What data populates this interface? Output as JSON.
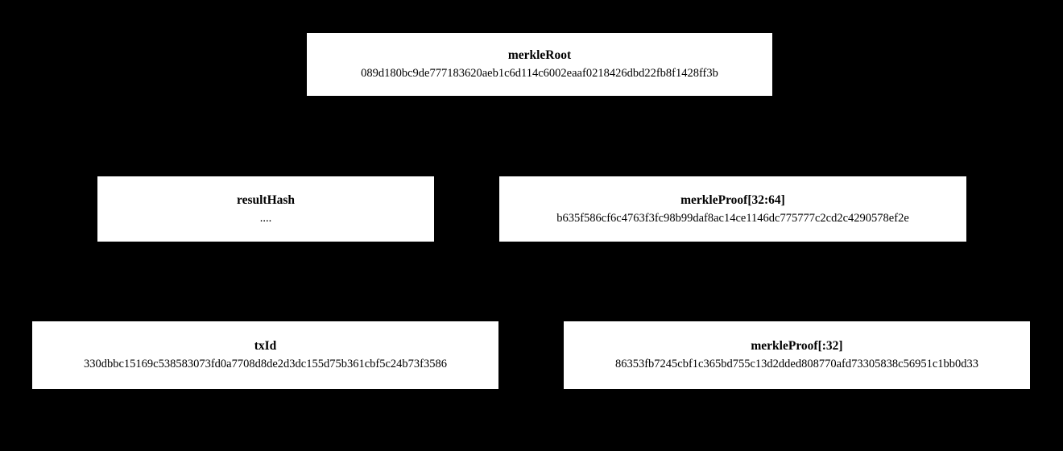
{
  "diagram": {
    "background_color": "#000000",
    "node_fill_color": "#ffffff",
    "node_text_color": "#000000",
    "nodes": [
      {
        "id": "merkle-root",
        "title": "merkleRoot",
        "value": "089d180bc9de777183620aeb1c6d114c6002eaaf0218426dbd22fb8f1428ff3b"
      },
      {
        "id": "result-hash",
        "title": "resultHash",
        "value": "...."
      },
      {
        "id": "merkle-proof-hi",
        "title": "merkleProof[32:64]",
        "value": "b635f586cf6c4763f3fc98b99daf8ac14ce1146dc775777c2cd2c4290578ef2e"
      },
      {
        "id": "tx-id",
        "title": "txId",
        "value": "330dbbc15169c538583073fd0a7708d8de2d3dc155d75b361cbf5c24b73f3586"
      },
      {
        "id": "merkle-proof-lo",
        "title": "merkleProof[:32]",
        "value": "86353fb7245cbf1c365bd755c13d2dded808770afd73305838c56951c1bb0d33"
      }
    ]
  }
}
